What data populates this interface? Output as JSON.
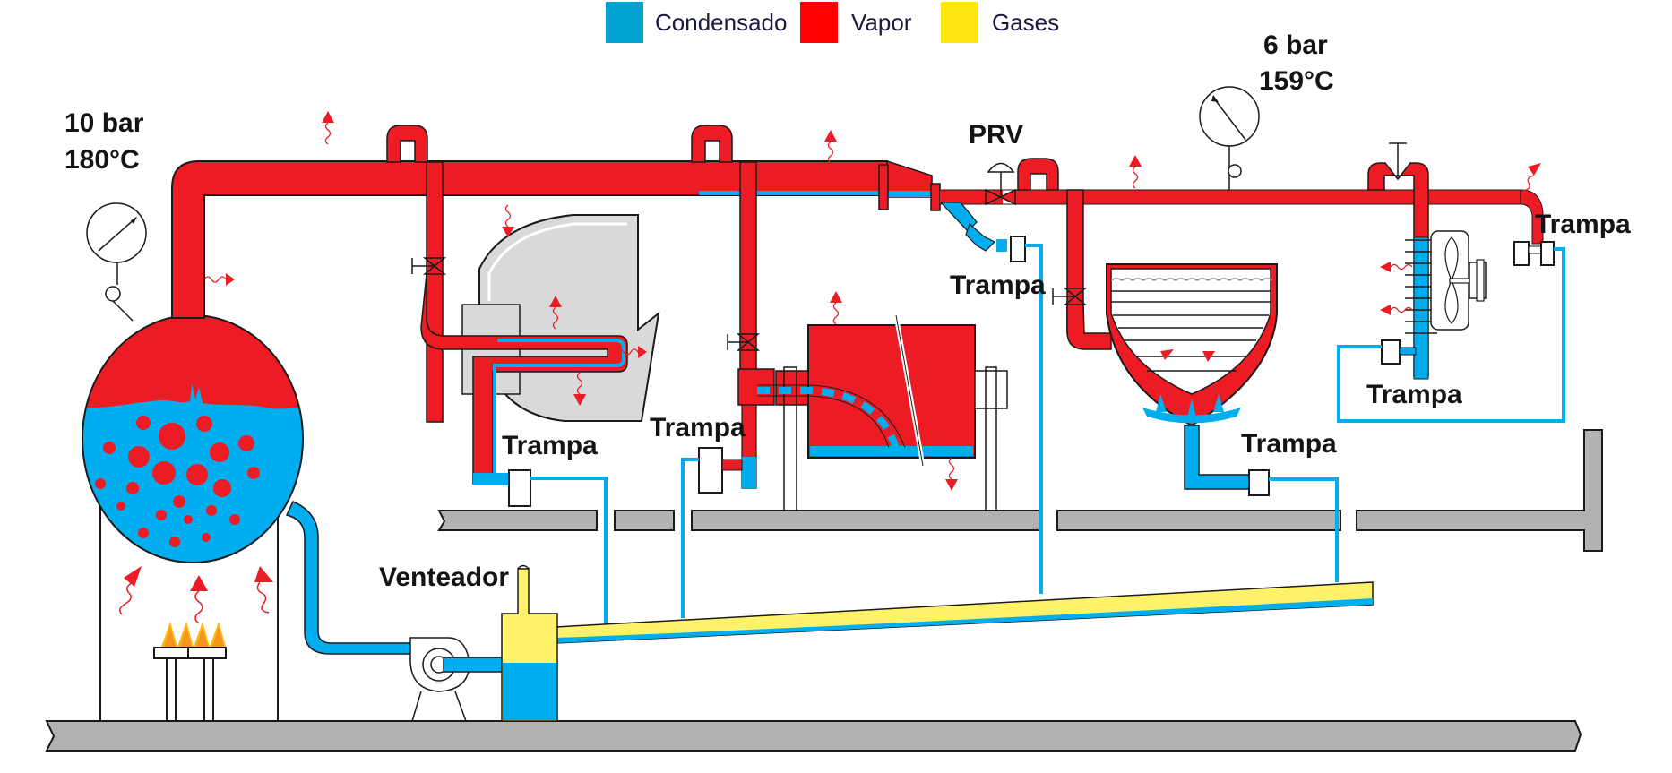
{
  "legend": {
    "items": [
      {
        "label": "Condensado",
        "color": "#00A2CF"
      },
      {
        "label": "Vapor",
        "color": "#FF0000"
      },
      {
        "label": "Gases",
        "color": "#FFE812"
      }
    ]
  },
  "colors": {
    "steam": "#ED1C24",
    "condensate": "#00AEEF",
    "gas": "#FFF26B",
    "floor": "#B2B2B2",
    "equipment_grey": "#D9D9D9"
  },
  "labels": {
    "boiler_pressure": "10 bar",
    "boiler_temperature": "180°C",
    "line_pressure": "6 bar",
    "line_temperature": "159°C",
    "prv": "PRV",
    "venteador": "Venteador",
    "trampa_1": "Trampa",
    "trampa_2": "Trampa",
    "trampa_3": "Trampa",
    "trampa_4": "Trampa",
    "trampa_5": "Trampa",
    "trampa_6": "Trampa"
  }
}
